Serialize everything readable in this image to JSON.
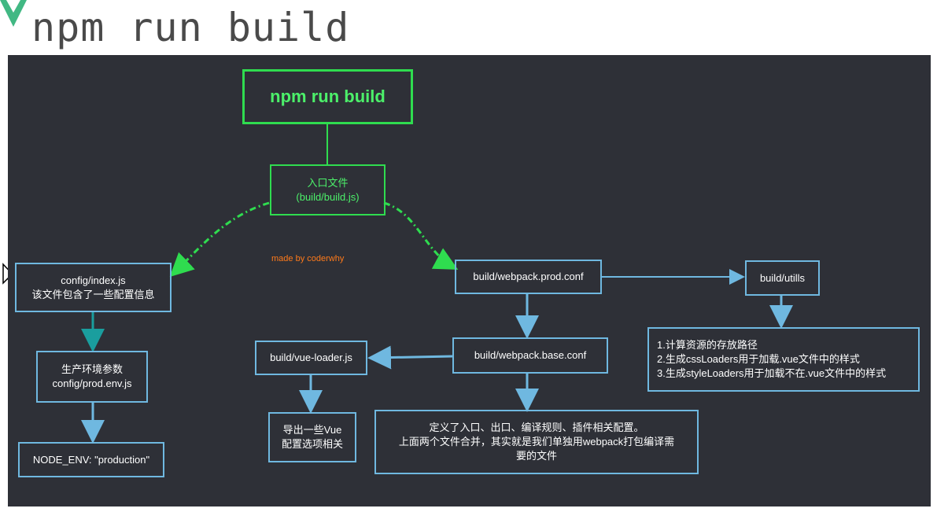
{
  "slide": {
    "title": "npm run build"
  },
  "diagram": {
    "watermark": "made by coderwhy",
    "nodes": {
      "root": {
        "label": "npm run build"
      },
      "entry": {
        "lines": [
          "入口文件",
          "(build/build.js)"
        ]
      },
      "config_index": {
        "lines": [
          "config/index.js",
          "该文件包含了一些配置信息"
        ]
      },
      "prod_env": {
        "lines": [
          "生产环境参数",
          "config/prod.env.js"
        ]
      },
      "node_env": {
        "label": "NODE_ENV: \"production\""
      },
      "webpack_prod": {
        "label": "build/webpack.prod.conf"
      },
      "utils": {
        "label": "build/utills"
      },
      "utils_desc": {
        "lines": [
          "1.计算资源的存放路径",
          "2.生成cssLoaders用于加载.vue文件中的样式",
          "3.生成styleLoaders用于加载不在.vue文件中的样式"
        ]
      },
      "webpack_base": {
        "label": "build/webpack.base.conf"
      },
      "vue_loader": {
        "label": "build/vue-loader.js"
      },
      "vue_loader_desc": {
        "lines": [
          "导出一些Vue",
          "配置选项相关"
        ]
      },
      "base_desc": {
        "lines": [
          "定义了入口、出口、编译规则、插件相关配置。",
          "上面两个文件合并，其实就是我们单独用webpack打包编译需",
          "要的文件"
        ]
      }
    },
    "colors": {
      "panel": "#2e3037",
      "green": "#2fdc4f",
      "blue": "#6fb8e0",
      "dark_teal": "#1a9e9e",
      "watermark": "#ff7a1a"
    }
  }
}
